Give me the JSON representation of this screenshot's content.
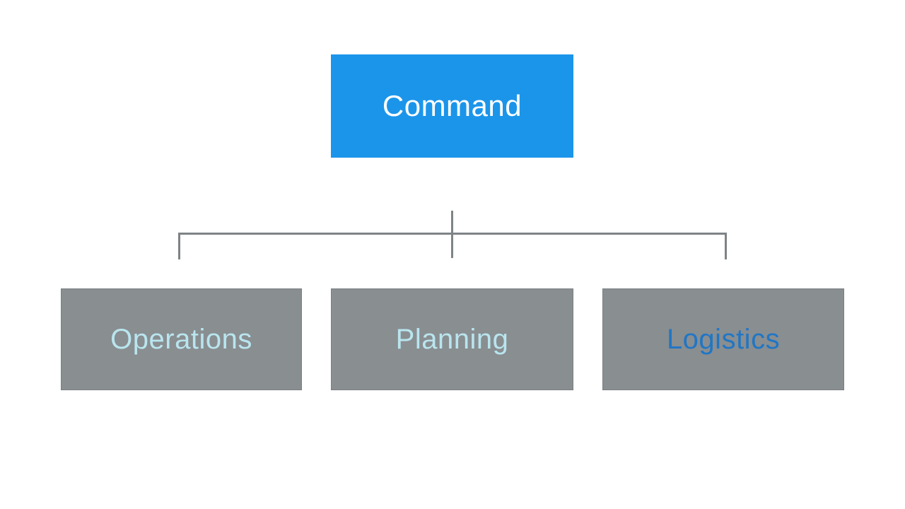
{
  "diagram": {
    "type": "org-chart",
    "root": {
      "label": "Command",
      "bg_color": "#1b95ea",
      "text_color": "#ffffff"
    },
    "children": [
      {
        "label": "Operations",
        "bg_color": "#898e91",
        "text_color": "#b9e5ee"
      },
      {
        "label": "Planning",
        "bg_color": "#898e91",
        "text_color": "#b9e5ee"
      },
      {
        "label": "Logistics",
        "bg_color": "#898e91",
        "text_color": "#2176c4"
      }
    ],
    "connector_color": "#7e8386",
    "background_color": "#ffffff"
  }
}
